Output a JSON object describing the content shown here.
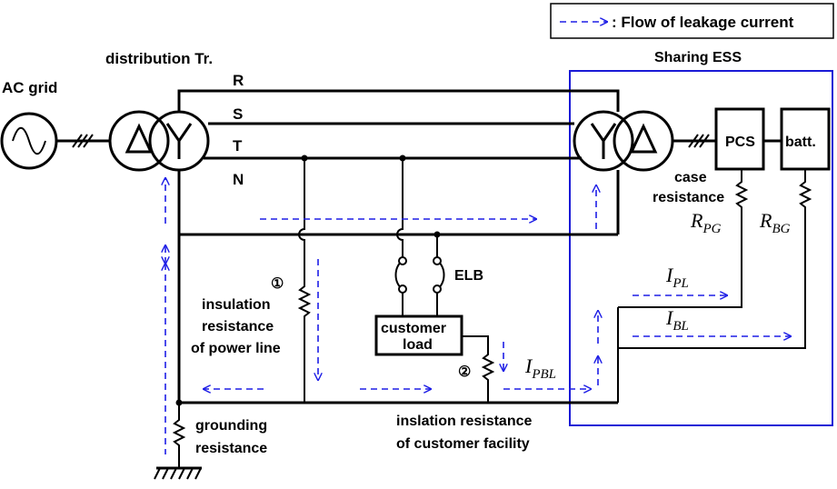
{
  "legend": {
    "text": ": Flow of leakage current"
  },
  "labels": {
    "ac_grid": "AC grid",
    "distribution_tr": "distribution Tr.",
    "sharing_ess": "Sharing ESS",
    "phase_r": "R",
    "phase_s": "S",
    "phase_t": "T",
    "phase_n": "N",
    "pcs": "PCS",
    "batt": "batt.",
    "case_resistance_1": "case",
    "case_resistance_2": "resistance",
    "elb": "ELB",
    "customer_load_1": "customer",
    "customer_load_2": "load",
    "marker_1": "①",
    "marker_2": "②",
    "insulation_power_1": "insulation",
    "insulation_power_2": "resistance",
    "insulation_power_3": "of power line",
    "grounding_1": "grounding",
    "grounding_2": "resistance",
    "inslation_customer_1": "inslation resistance",
    "inslation_customer_2": "of customer facility"
  },
  "symbols": {
    "r_pg": {
      "main": "R",
      "sub": "PG"
    },
    "r_bg": {
      "main": "R",
      "sub": "BG"
    },
    "i_pl": {
      "main": "I",
      "sub": "PL"
    },
    "i_bl": {
      "main": "I",
      "sub": "BL"
    },
    "i_pbl": {
      "main": "I",
      "sub": "PBL"
    }
  },
  "colors": {
    "leakage_arrow": "#1e1ee6",
    "ess_box": "#1a1ad6",
    "wire": "#000000"
  }
}
